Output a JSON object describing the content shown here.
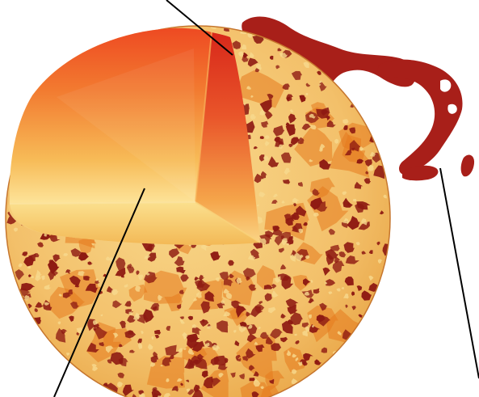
{
  "diagram": {
    "subject": "sun-cutaway",
    "colors": {
      "background": "#ffffff",
      "surface_base": "#f3c06a",
      "surface_light": "#f8da8e",
      "granule_dark": "#8e1a12",
      "granule_orange": "#e67a1e",
      "prominence": "#a81f19",
      "core_hot": "#e8341c",
      "core_mid": "#f06a2a",
      "core_warm": "#f6b04a",
      "core_light": "#fde79a",
      "leader_line": "#000000"
    },
    "leader_lines": [
      {
        "name": "leader-line-top",
        "points_to": "surface-layer-boundary"
      },
      {
        "name": "leader-line-core",
        "points_to": "interior-cutaway"
      },
      {
        "name": "leader-line-prominence",
        "points_to": "solar-prominence"
      }
    ]
  }
}
